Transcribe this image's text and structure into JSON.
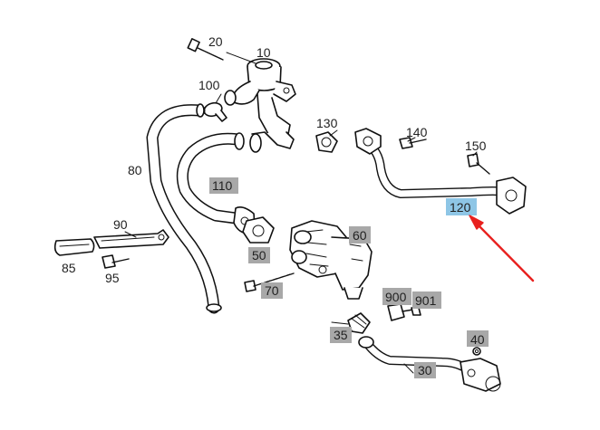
{
  "labels": {
    "p10": "10",
    "p20": "20",
    "p100": "100",
    "p130": "130",
    "p140": "140",
    "p150": "150",
    "p80": "80",
    "p110": "110",
    "p120": "120",
    "p90": "90",
    "p85": "85",
    "p95": "95",
    "p50": "50",
    "p60": "60",
    "p70": "70",
    "p900": "900",
    "p901": "901",
    "p35": "35",
    "p40": "40",
    "p30": "30"
  },
  "highlighted_parts": [
    "110",
    "50",
    "60",
    "70",
    "900",
    "901",
    "35",
    "30",
    "40"
  ],
  "selected_part": "120",
  "colors": {
    "highlight": "#a8a8a8",
    "selected": "#8ec6e6",
    "arrow": "#e8201e"
  }
}
